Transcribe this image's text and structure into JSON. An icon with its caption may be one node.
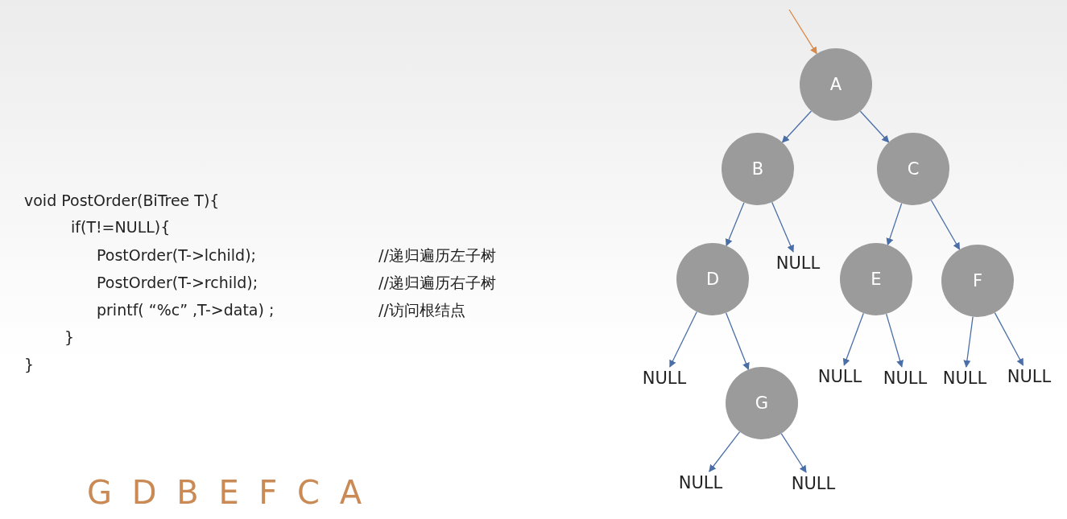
{
  "diagram": {
    "nodes": [
      {
        "text": [
          "A"
        ]
      },
      {
        "text": [
          "B"
        ]
      },
      {
        "text": [
          "C"
        ]
      },
      {
        "text": [
          "D"
        ]
      },
      {
        "text": [
          "NULL"
        ]
      },
      {
        "text": [
          "E"
        ]
      },
      {
        "text": [
          "F"
        ]
      },
      {
        "text": [
          "NULL"
        ]
      },
      {
        "text": [
          "G"
        ]
      },
      {
        "text": [
          "NULL"
        ]
      },
      {
        "text": [
          "NULL"
        ]
      },
      {
        "text": [
          "NULL"
        ]
      },
      {
        "text": [
          "NULL"
        ]
      },
      {
        "text": [
          "NULL"
        ]
      },
      {
        "text": [
          "NULL"
        ]
      }
    ],
    "edges": [
      {
        "from": null,
        "to": 0,
        "arrow": "to",
        "color": "#d9894a"
      },
      {
        "from": 0,
        "to": 1,
        "arrow": "to"
      },
      {
        "from": 0,
        "to": 2,
        "arrow": "to"
      },
      {
        "from": 1,
        "to": 3,
        "arrow": "to"
      },
      {
        "from": 1,
        "to": 4,
        "arrow": "to"
      },
      {
        "from": 2,
        "to": 5,
        "arrow": "to"
      },
      {
        "from": 2,
        "to": 6,
        "arrow": "to"
      },
      {
        "from": 3,
        "to": 7,
        "arrow": "to"
      },
      {
        "from": 3,
        "to": 8,
        "arrow": "to"
      },
      {
        "from": 5,
        "to": 9,
        "arrow": "to"
      },
      {
        "from": 5,
        "to": 10,
        "arrow": "to"
      },
      {
        "from": 6,
        "to": 11,
        "arrow": "to"
      },
      {
        "from": 6,
        "to": 12,
        "arrow": "to"
      },
      {
        "from": 8,
        "to": 13,
        "arrow": "to"
      },
      {
        "from": 8,
        "to": 14,
        "arrow": "to"
      }
    ],
    "labels": [
      "void PostOrder(BiTree T){",
      "if(T!=NULL){",
      "PostOrder(T->lchild);",
      "//递归遍历左子树",
      "PostOrder(T->rchild);",
      "//递归遍历右子树",
      "printf( “%c” ,T->data) ;",
      "//访问根结点",
      "}",
      "}",
      "G D B E F C A"
    ]
  }
}
